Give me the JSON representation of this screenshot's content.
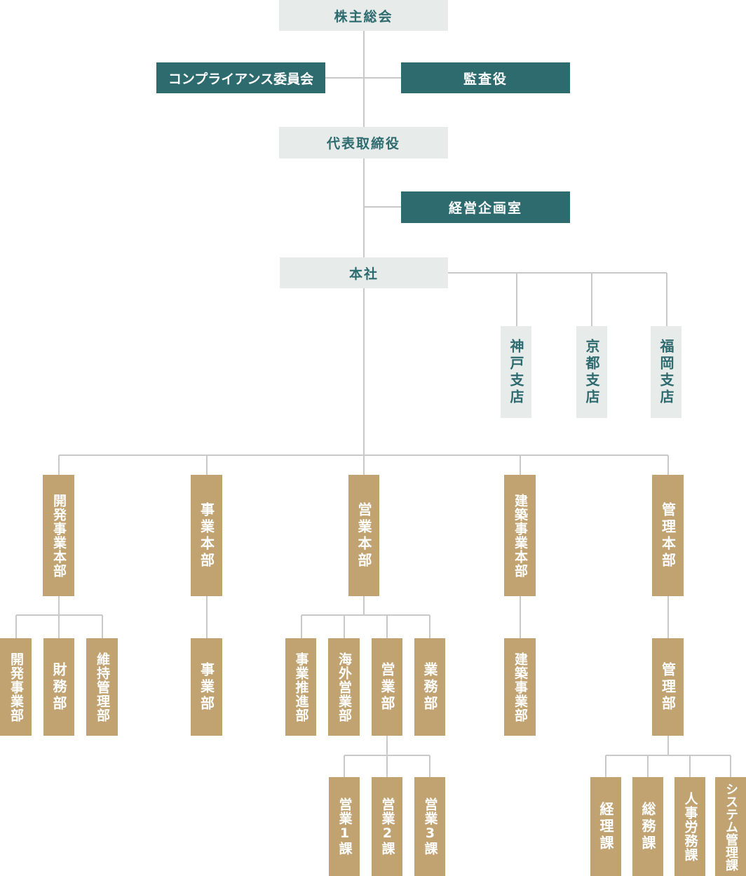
{
  "nodes": {
    "shareholders": "株主総会",
    "compliance": "コンプライアンス委員会",
    "auditor": "監査役",
    "ceo": "代表取締役",
    "planning": "経営企画室",
    "headquarters": "本社",
    "branch_kobe": "神戸支店",
    "branch_kyoto": "京都支店",
    "branch_fukuoka": "福岡支店",
    "div_development": "開発事業本部",
    "div_business": "事業本部",
    "div_sales": "営業本部",
    "div_construction": "建築事業本部",
    "div_management": "管理本部",
    "dept_dev_business": "開発事業部",
    "dept_finance": "財務部",
    "dept_maintenance": "維持管理部",
    "dept_business": "事業部",
    "dept_promotion": "事業推進部",
    "dept_overseas": "海外営業部",
    "dept_sales": "営業部",
    "dept_operations": "業務部",
    "dept_construction": "建築事業部",
    "dept_management": "管理部",
    "sec_sales1": "営業1課",
    "sec_sales2": "営業2課",
    "sec_sales3": "営業3課",
    "sec_accounting": "経理課",
    "sec_general": "総務課",
    "sec_hr": "人事労務課",
    "sec_systems": "システム管理課"
  }
}
